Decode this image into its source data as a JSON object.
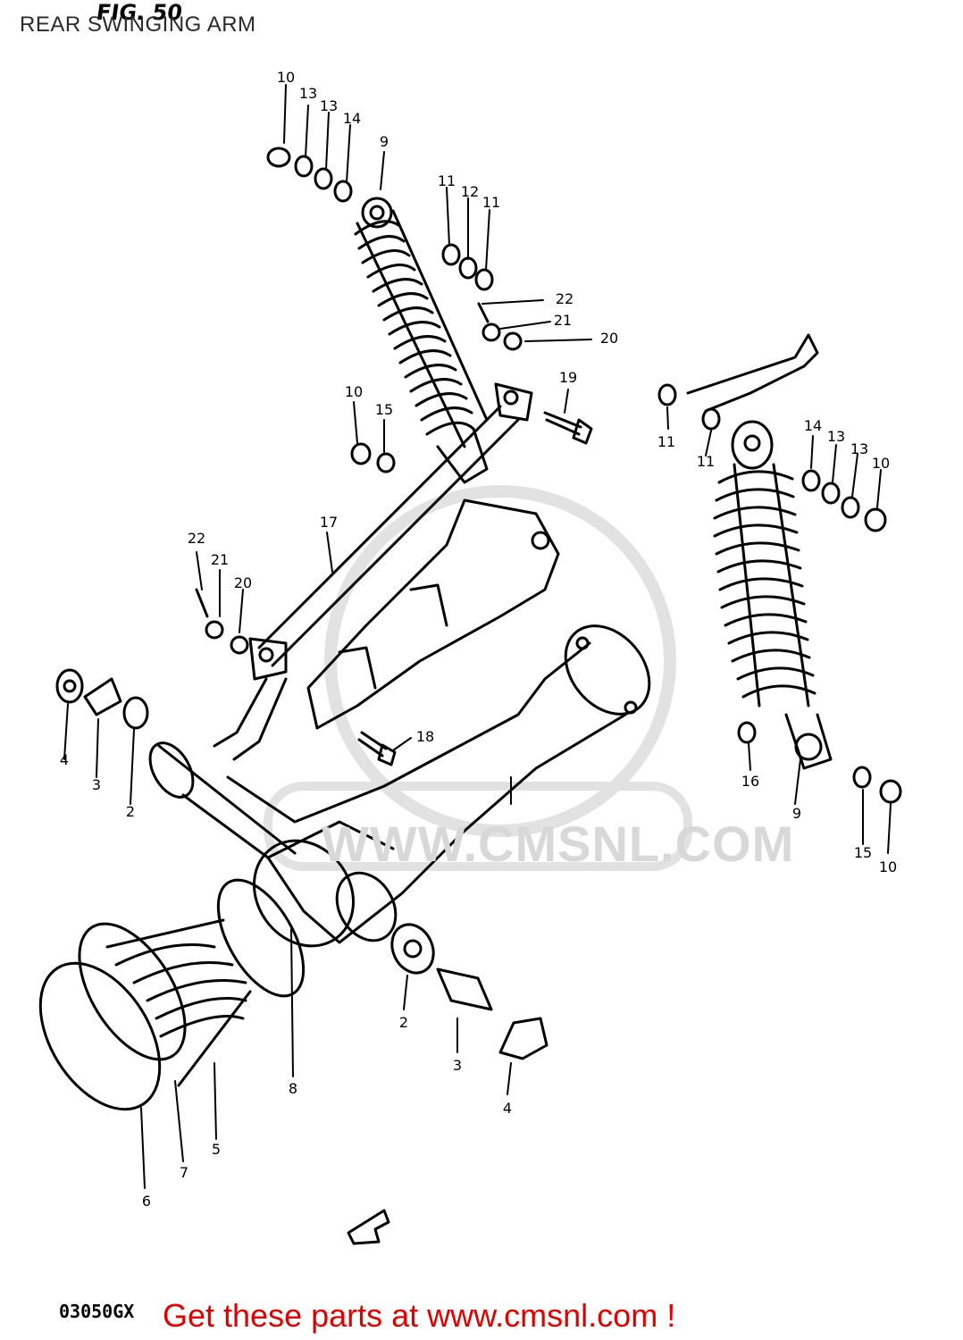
{
  "header": {
    "title": "REAR SWINGING ARM"
  },
  "figure": {
    "label": "FIG. 50",
    "drawing_code": "03050GX",
    "watermark": "WWW.CMSNL.COM"
  },
  "callouts": [
    "10",
    "13",
    "13",
    "14",
    "9",
    "11",
    "12",
    "11",
    "22",
    "21",
    "20",
    "19",
    "10",
    "15",
    "17",
    "22",
    "21",
    "20",
    "4",
    "3",
    "2",
    "18",
    "11",
    "11",
    "14",
    "13",
    "13",
    "10",
    "16",
    "9",
    "15",
    "10",
    "2",
    "3",
    "4",
    "8",
    "5",
    "7",
    "6"
  ],
  "footer": {
    "cta_text": "Get these parts at www.cmsnl.com !"
  },
  "colors": {
    "ink": "#000000",
    "cta": "#e00000",
    "watermark": "#d8d8d8"
  }
}
